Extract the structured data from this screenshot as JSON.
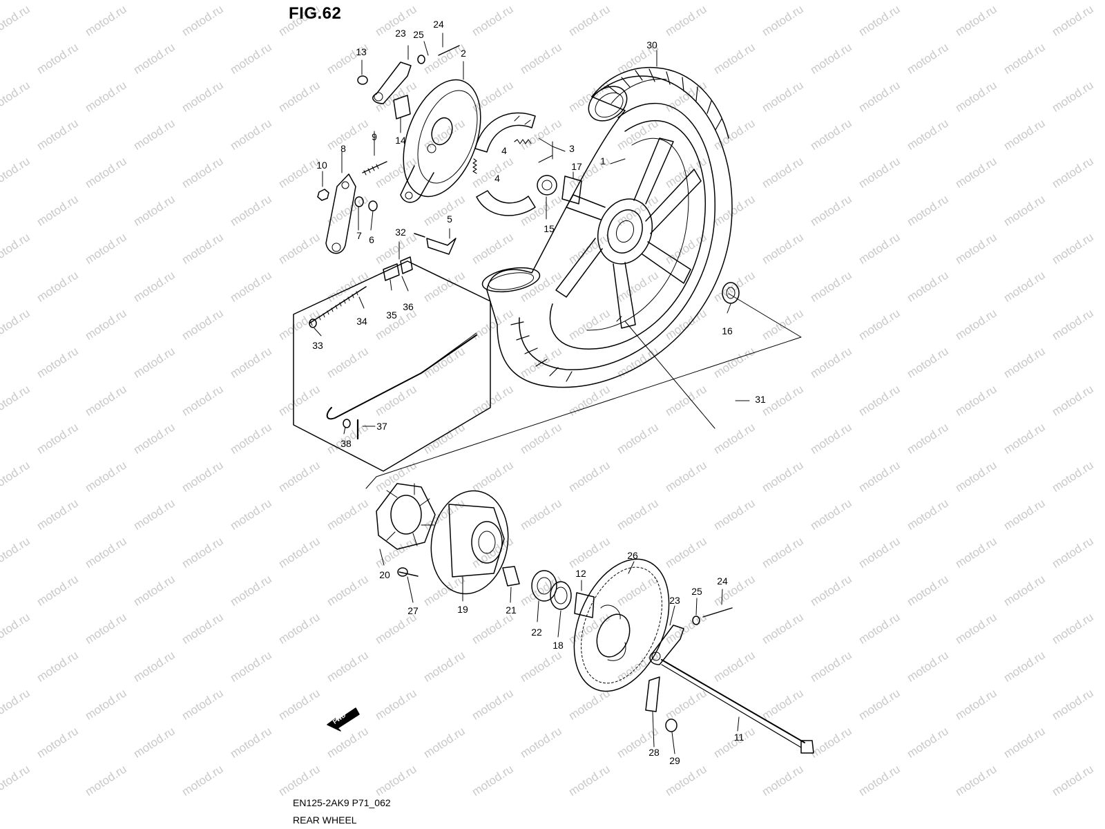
{
  "figure": {
    "title": "FIG.62",
    "code": "EN125-2AK9 P71_062",
    "name": "REAR WHEEL"
  },
  "watermark": {
    "text": "motod.ru",
    "color": "#c9c9c9"
  },
  "fwd_arrow": {
    "label": "FWD"
  },
  "callouts": {
    "c1": "1",
    "c2": "2",
    "c3": "3",
    "c4a": "4",
    "c4b": "4",
    "c5": "5",
    "c6": "6",
    "c7": "7",
    "c8": "8",
    "c9": "9",
    "c10": "10",
    "c11": "11",
    "c12": "12",
    "c13": "13",
    "c14": "14",
    "c15": "15",
    "c16": "16",
    "c17": "17",
    "c18": "18",
    "c19": "19",
    "c20": "20",
    "c21": "21",
    "c22": "22",
    "c23a": "23",
    "c23b": "23",
    "c24a": "24",
    "c24b": "24",
    "c25a": "25",
    "c25b": "25",
    "c26": "26",
    "c27": "27",
    "c28": "28",
    "c29": "29",
    "c30": "30",
    "c31": "31",
    "c32": "32",
    "c33": "33",
    "c34": "34",
    "c35": "35",
    "c36": "36",
    "c37": "37",
    "c38": "38"
  }
}
